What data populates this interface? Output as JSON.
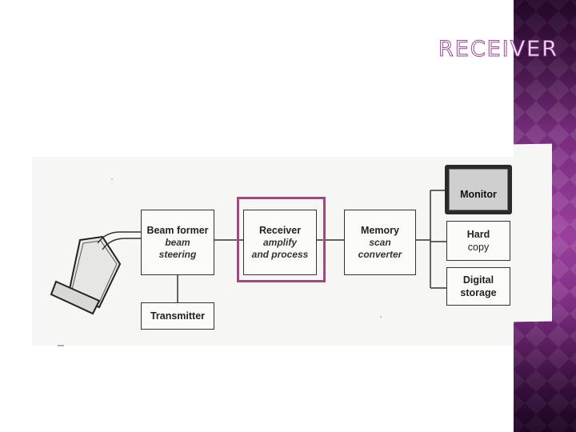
{
  "slide": {
    "title": "RECEIVER",
    "accent_color": "#a3487e",
    "band_color": "#7a2e7f"
  },
  "diagram": {
    "beam_former": {
      "title": "Beam former",
      "subtitle_1": "beam",
      "subtitle_2": "steering"
    },
    "receiver": {
      "title": "Receiver",
      "subtitle_1": "amplify",
      "subtitle_2": "and process"
    },
    "memory": {
      "title": "Memory",
      "subtitle_1": "scan",
      "subtitle_2": "converter"
    },
    "transmitter": {
      "title": "Transmitter"
    },
    "monitor": {
      "title": "Monitor"
    },
    "hard_copy": {
      "title_1": "Hard",
      "title_2": "copy"
    },
    "digital_storage": {
      "title_1": "Digital",
      "title_2": "storage"
    },
    "transducer_icon": "ultrasound-probe-icon"
  }
}
